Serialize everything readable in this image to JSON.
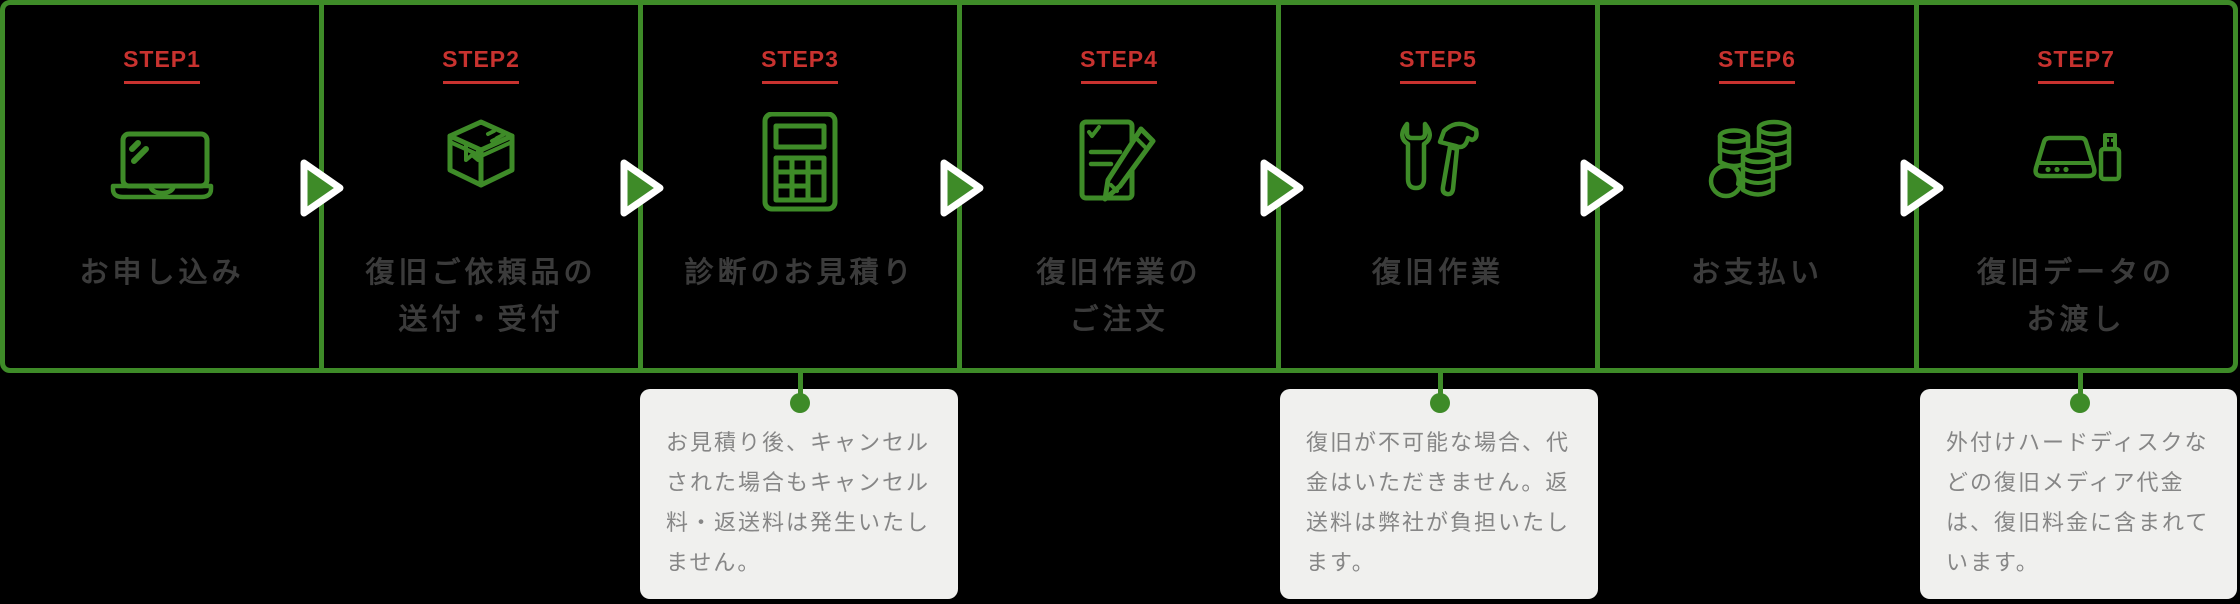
{
  "steps": [
    {
      "label": "STEP1",
      "title_lines": [
        "お申し込み"
      ],
      "icon": "laptop-icon"
    },
    {
      "label": "STEP2",
      "title_lines": [
        "復旧ご依頼品の",
        "送付・受付"
      ],
      "icon": "package-box-icon"
    },
    {
      "label": "STEP3",
      "title_lines": [
        "診断のお見積り"
      ],
      "icon": "calculator-icon"
    },
    {
      "label": "STEP4",
      "title_lines": [
        "復旧作業の",
        "ご注文"
      ],
      "icon": "document-pencil-icon"
    },
    {
      "label": "STEP5",
      "title_lines": [
        "復旧作業"
      ],
      "icon": "wrench-hammer-icon"
    },
    {
      "label": "STEP6",
      "title_lines": [
        "お支払い"
      ],
      "icon": "coins-icon"
    },
    {
      "label": "STEP7",
      "title_lines": [
        "復旧データの",
        "お渡し"
      ],
      "icon": "hdd-usb-icon"
    }
  ],
  "notes": [
    {
      "attached_step": "STEP3",
      "text": "お見積り後、キャンセルされた場合もキャンセル料・返送料は発生いたしません。"
    },
    {
      "attached_step": "STEP5",
      "text": "復旧が不可能な場合、代金はいただきません。返送料は弊社が負担いたします。"
    },
    {
      "attached_step": "STEP7",
      "text": "外付けハードディスクなどの復旧メディア代金は、復旧料金に含まれています。"
    }
  ],
  "icons": [
    "laptop-icon",
    "package-box-icon",
    "calculator-icon",
    "document-pencil-icon",
    "wrench-hammer-icon",
    "coins-icon",
    "hdd-usb-icon",
    "arrow-right-icon",
    "connector-dot"
  ],
  "colors": {
    "green": "#3e8b28",
    "red": "#c8322f",
    "title_gray": "#3b3b3b",
    "note_background": "#f0f0ee",
    "note_text": "#868686",
    "arrow_outline": "#ffffff",
    "background": "#000000"
  }
}
